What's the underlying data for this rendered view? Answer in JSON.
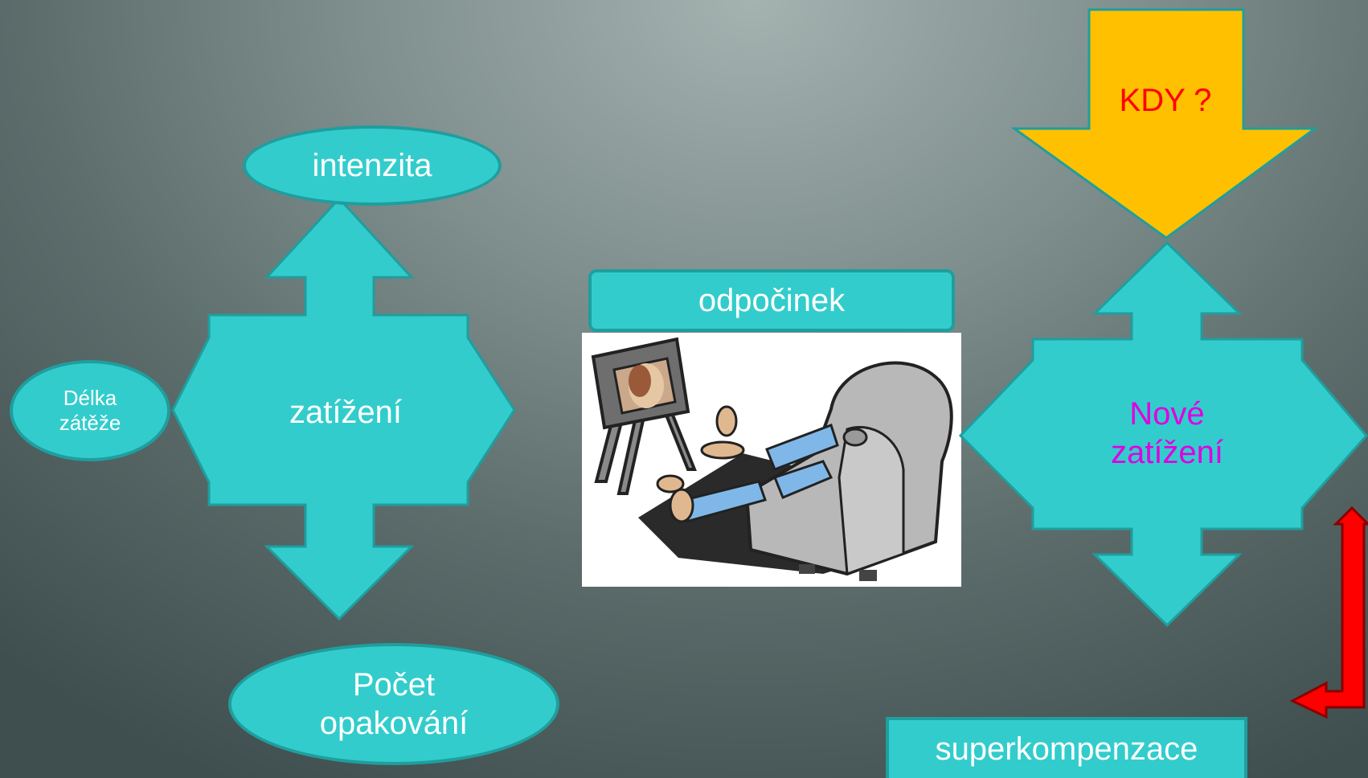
{
  "colors": {
    "shape_fill": "#33cccc",
    "shape_border": "#1f9e9e",
    "label_text": "#ffffff",
    "accent_magenta": "#e000e0",
    "arrow_yellow": "#ffc000",
    "text_red": "#ff0000"
  },
  "left_cluster": {
    "center_label": "zatížení",
    "top_oval": "intenzita",
    "left_oval_line1": "Délka",
    "left_oval_line2": "zátěže",
    "bottom_oval_line1": "Počet",
    "bottom_oval_line2": "opakování"
  },
  "middle": {
    "rest_label": "odpočinek",
    "illustration": "person-resting-in-armchair-watching-tv"
  },
  "right_cluster": {
    "center_line1": "Nové",
    "center_line2": "zatížení",
    "down_arrow_label": "KDY ?",
    "return_label": "superkompenzace"
  }
}
